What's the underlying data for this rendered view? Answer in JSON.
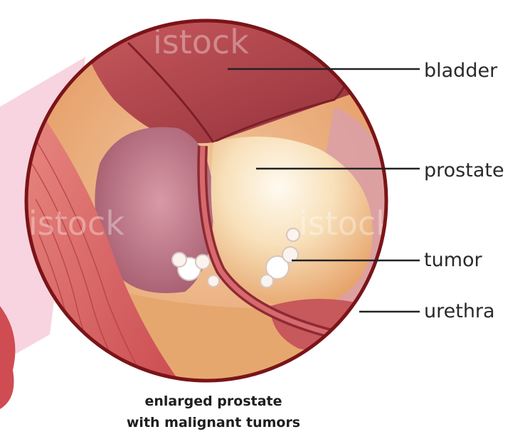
{
  "labels": {
    "bladder": "bladder",
    "prostate": "prostate",
    "tumor": "tumor",
    "urethra": "urethra"
  },
  "caption": {
    "line1": "enlarged prostate",
    "line2": "with malignant tumors"
  },
  "watermark": {
    "top": "istock",
    "left": "istock",
    "right": "istock"
  },
  "colors": {
    "frame": "#7a1418",
    "bladder": "#b5434a",
    "tissue": "#e9a06c",
    "prostate": "#f7dcb4",
    "muscle": "#d2585a",
    "lobe": "#b5687a",
    "leader_line": "#222222"
  }
}
